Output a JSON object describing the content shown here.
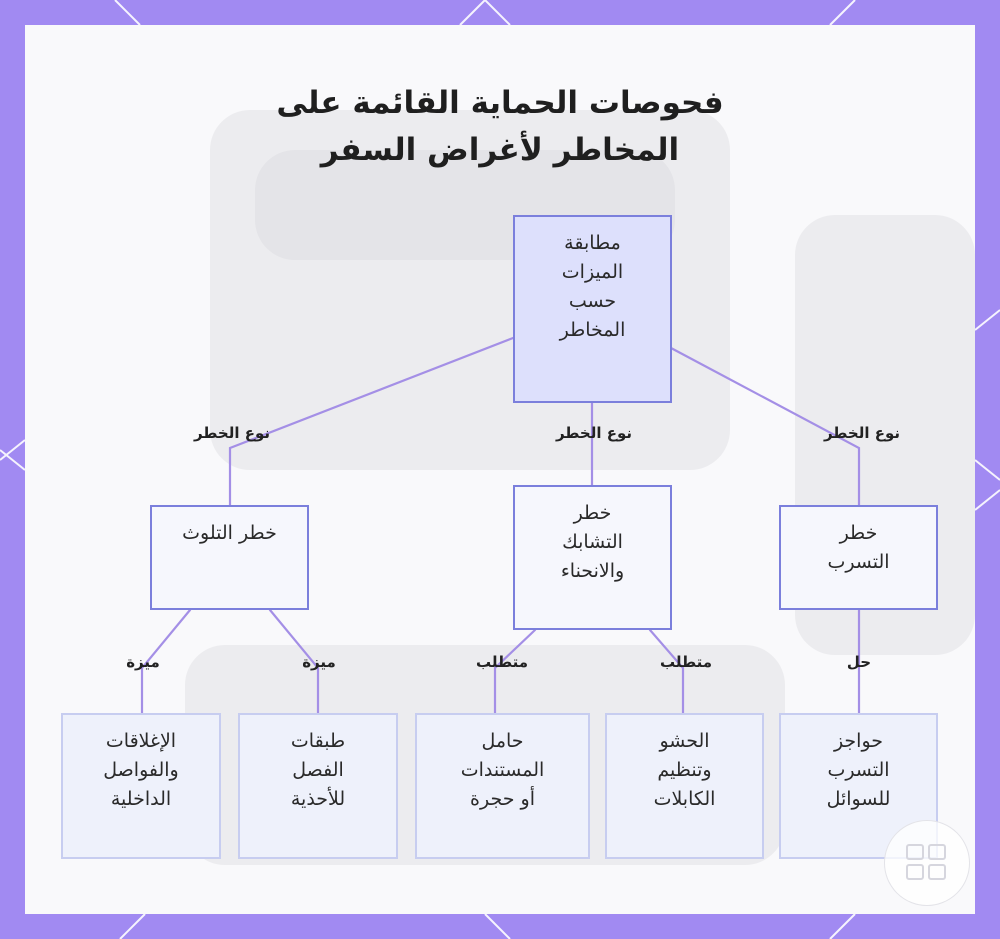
{
  "title": {
    "line1": "فحوصات الحماية القائمة على",
    "line2": "المخاطر لأغراض السفر"
  },
  "nodes": {
    "root": [
      "مطابقة",
      "الميزات",
      "حسب",
      "المخاطر"
    ],
    "contamination": [
      "خطر التلوث"
    ],
    "tangling": [
      "خطر",
      "التشابك",
      "والانحناء"
    ],
    "leakage": [
      "خطر",
      "التسرب"
    ],
    "closures": [
      "الإغلاقات",
      "والفواصل",
      "الداخلية"
    ],
    "shoe_layers": [
      "طبقات",
      "الفصل",
      "للأحذية"
    ],
    "doc_holder": [
      "حامل",
      "المستندات",
      "أو حجرة"
    ],
    "padding": [
      "الحشو",
      "وتنظيم",
      "الكابلات"
    ],
    "barriers": [
      "حواجز",
      "التسرب",
      "للسوائل"
    ]
  },
  "edge_labels": {
    "risk_type_left": "نوع الخطر",
    "risk_type_center": "نوع الخطر",
    "risk_type_right": "نوع الخطر",
    "feature_1": "ميزة",
    "feature_2": "ميزة",
    "requires_1": "متطلب",
    "requires_2": "متطلب",
    "solution": "حل"
  },
  "colors": {
    "frame": "#a18af2",
    "connector": "#a48fe6",
    "node_border": "#7b7fdc",
    "root_fill": "#dde0fc",
    "leaf_border": "#c7cdf0"
  }
}
